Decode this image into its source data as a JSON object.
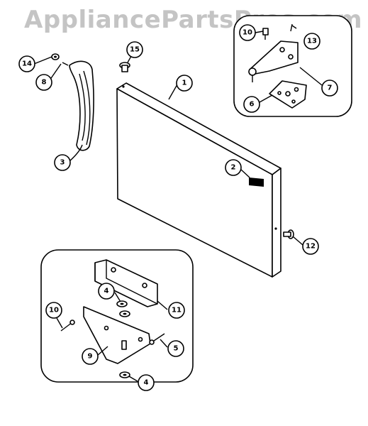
{
  "watermark": "AppliancePartsPros.com",
  "callouts": [
    {
      "id": "c1",
      "label": "1"
    },
    {
      "id": "c2",
      "label": "2"
    },
    {
      "id": "c3",
      "label": "3"
    },
    {
      "id": "c4a",
      "label": "4"
    },
    {
      "id": "c4b",
      "label": "4"
    },
    {
      "id": "c5",
      "label": "5"
    },
    {
      "id": "c6",
      "label": "6"
    },
    {
      "id": "c7",
      "label": "7"
    },
    {
      "id": "c8",
      "label": "8"
    },
    {
      "id": "c9",
      "label": "9"
    },
    {
      "id": "c10a",
      "label": "10"
    },
    {
      "id": "c10b",
      "label": "10"
    },
    {
      "id": "c11",
      "label": "11"
    },
    {
      "id": "c12",
      "label": "12"
    },
    {
      "id": "c13",
      "label": "13"
    },
    {
      "id": "c14",
      "label": "14"
    },
    {
      "id": "c15",
      "label": "15"
    }
  ]
}
